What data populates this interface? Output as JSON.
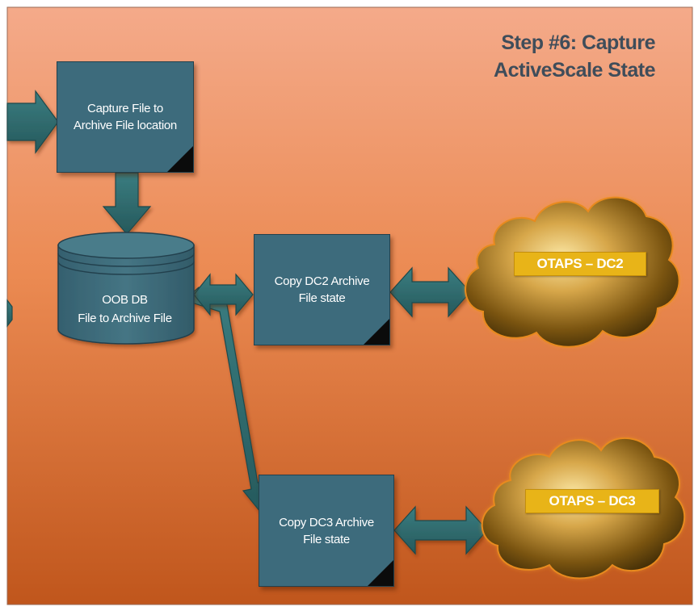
{
  "title": {
    "line1": "Step #6: Capture",
    "line2": "ActiveScale State"
  },
  "nodes": {
    "capture_box": {
      "line1": "Capture File to",
      "line2": "Archive File location"
    },
    "oob_db": {
      "line1": "OOB DB",
      "line2": "File to Archive File"
    },
    "copy_dc2": {
      "line1": "Copy DC2  Archive",
      "line2": "File state"
    },
    "copy_dc3": {
      "line1": "Copy DC3  Archive",
      "line2": "File state"
    }
  },
  "clouds": {
    "dc2": {
      "label": "OTAPS – DC2"
    },
    "dc3": {
      "label": "OTAPS – DC3"
    }
  },
  "colors": {
    "background_top": "#f4a987",
    "background_bottom": "#c0561c",
    "box_fill": "#3d6b7c",
    "arrow_fill": "#2f6d70",
    "cloud_fill": "#7a5410",
    "cloud_glow": "#f39a2a",
    "label_fill": "#e8b418",
    "title_text": "#3f4d5a"
  }
}
